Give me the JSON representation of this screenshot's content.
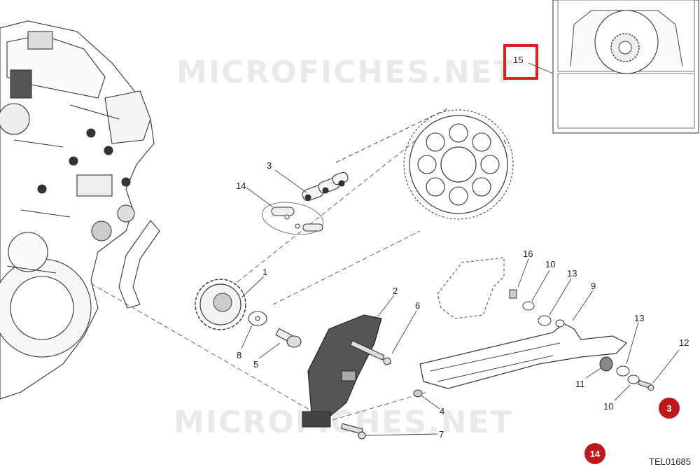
{
  "watermark": "MICROFICHES.NET",
  "diagram_ref": "TEL01685",
  "highlight_color": "#e02020",
  "badge_color": "#c0161c",
  "callouts": {
    "c1": "1",
    "c2": "2",
    "c3": "3",
    "c4": "4",
    "c5": "5",
    "c6": "6",
    "c7": "7",
    "c8": "8",
    "c9": "9",
    "c10a": "10",
    "c10b": "10",
    "c11": "11",
    "c12": "12",
    "c13a": "13",
    "c13b": "13",
    "c14": "14",
    "c15": "15",
    "c16": "16"
  },
  "badges": {
    "b3": "3",
    "b14": "14"
  }
}
